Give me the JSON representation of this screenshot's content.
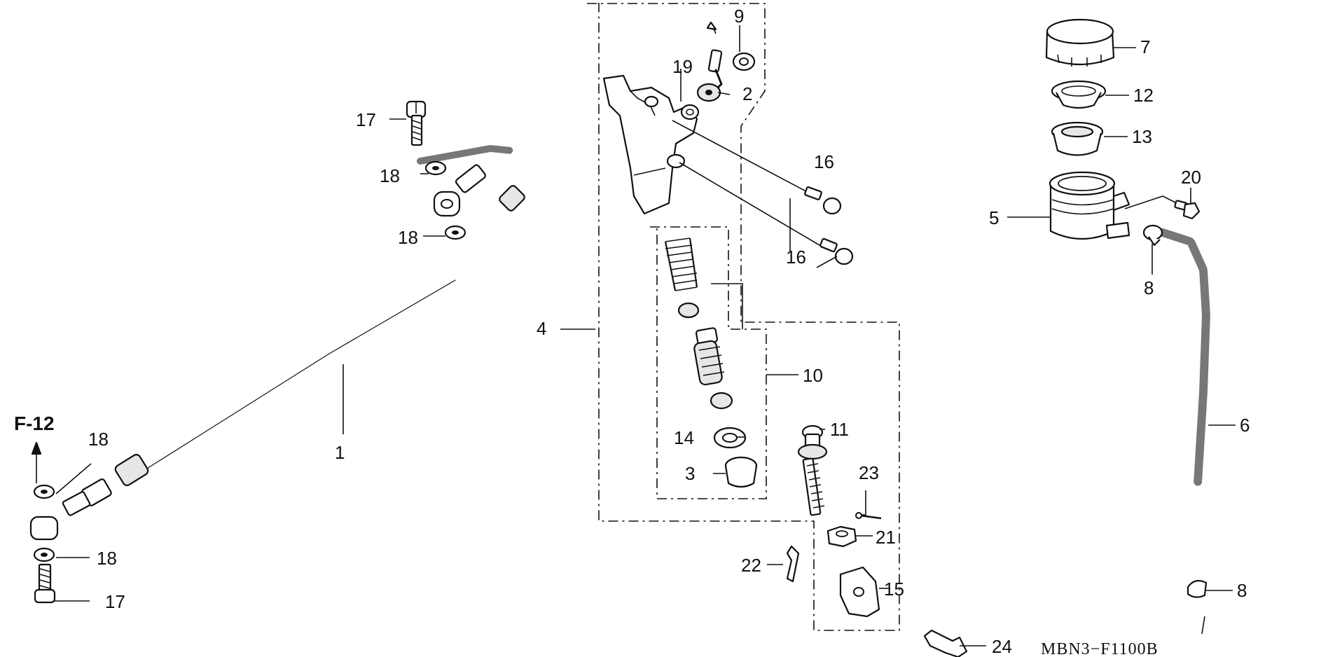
{
  "diagram_code": "MBN3−F1100B",
  "reference": "F-12",
  "labels": {
    "l1": "1",
    "l2": "2",
    "l3": "3",
    "l4": "4",
    "l5": "5",
    "l6": "6",
    "l7": "7",
    "l8a": "8",
    "l8b": "8",
    "l9": "9",
    "l10": "10",
    "l11": "11",
    "l12": "12",
    "l13": "13",
    "l14": "14",
    "l15": "15",
    "l16a": "16",
    "l16b": "16",
    "l17a": "17",
    "l17b": "17",
    "l18a": "18",
    "l18b": "18",
    "l18c": "18",
    "l18d": "18",
    "l19": "19",
    "l20": "20",
    "l21": "21",
    "l22": "22",
    "l23": "23",
    "l24": "24"
  }
}
